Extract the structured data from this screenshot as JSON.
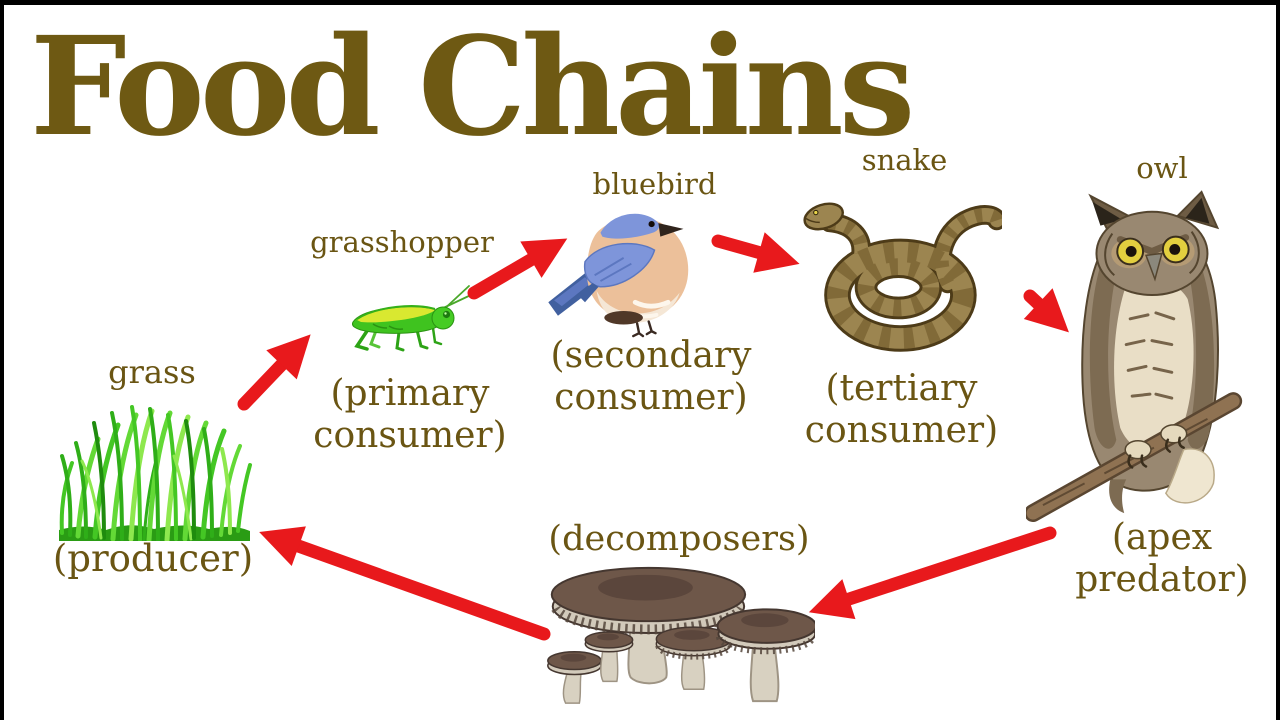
{
  "title": "Food Chains",
  "colors": {
    "background": "#ffffff",
    "frame": "#000000",
    "text": "#6a5513",
    "arrow": "#e8191c",
    "grass_green": "#44c724",
    "grasshopper_green": "#3fc31f",
    "bluebird_blue": "#7e95da",
    "bluebird_breast": "#ecc09a",
    "snake_brown": "#9c8550",
    "owl_brown": "#998871",
    "mushroom_cap": "#6e5749"
  },
  "nodes": [
    {
      "id": "grass",
      "label": "grass",
      "role_lines": [
        "(producer)"
      ]
    },
    {
      "id": "grasshopper",
      "label": "grasshopper",
      "role_lines": [
        "(primary",
        "consumer)"
      ]
    },
    {
      "id": "bluebird",
      "label": "bluebird",
      "role_lines": [
        "(secondary",
        "consumer)"
      ]
    },
    {
      "id": "snake",
      "label": "snake",
      "role_lines": [
        "(tertiary",
        "consumer)"
      ]
    },
    {
      "id": "owl",
      "label": "owl",
      "role_lines": [
        "(apex",
        "predator)"
      ]
    },
    {
      "id": "mushrooms",
      "label": "",
      "role_lines": [
        "(decomposers)"
      ]
    }
  ],
  "links": [
    {
      "from": "grass",
      "to": "grasshopper"
    },
    {
      "from": "grasshopper",
      "to": "bluebird"
    },
    {
      "from": "bluebird",
      "to": "snake"
    },
    {
      "from": "snake",
      "to": "owl"
    },
    {
      "from": "owl",
      "to": "mushrooms"
    },
    {
      "from": "mushrooms",
      "to": "grass"
    }
  ]
}
